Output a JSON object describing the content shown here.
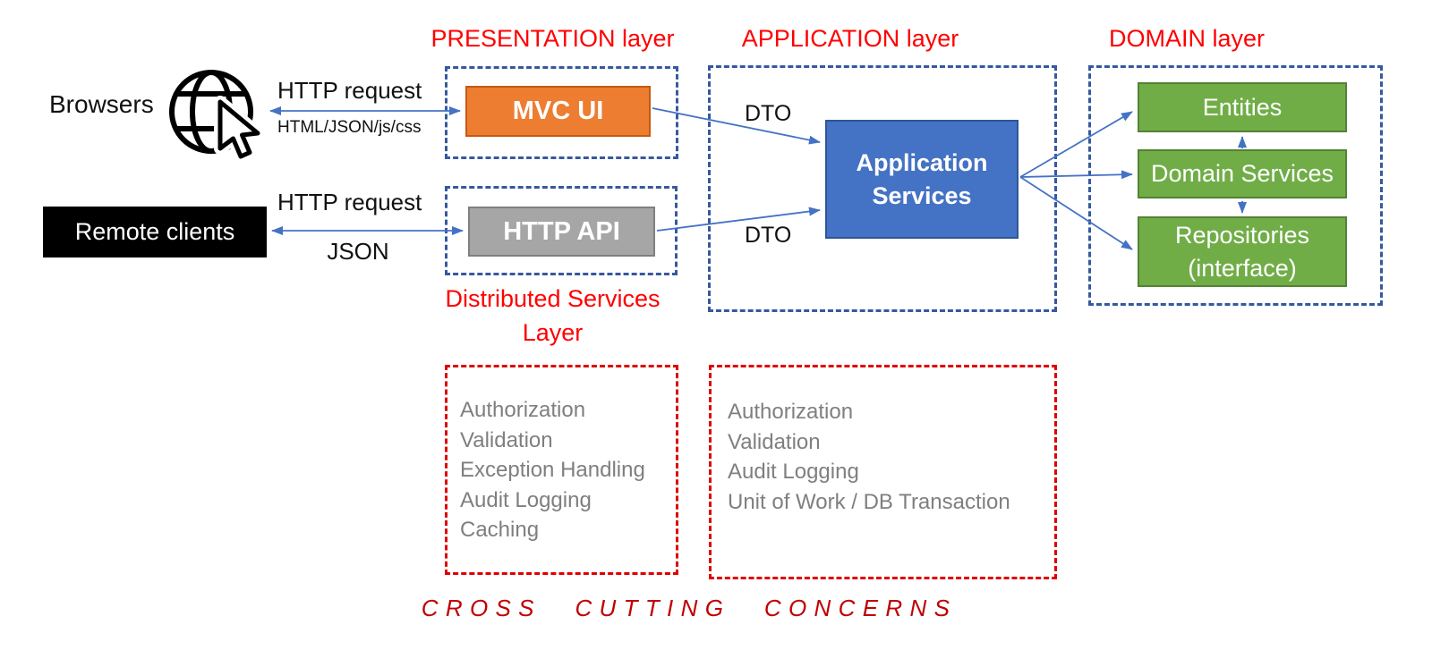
{
  "diagram": {
    "titles": {
      "presentation": "PRESENTATION layer",
      "application": "APPLICATION layer",
      "domain": "DOMAIN layer",
      "distributed_line1": "Distributed Services",
      "distributed_line2": "Layer",
      "cross_cutting": "CROSS CUTTING CONCERNS"
    },
    "clients": {
      "browsers_label": "Browsers",
      "remote_clients_label": "Remote clients"
    },
    "connections": {
      "http_request_top": "HTTP request",
      "http_payload_top": "HTML/JSON/js/css",
      "http_request_bottom": "HTTP request",
      "http_payload_bottom": "JSON",
      "dto_top": "DTO",
      "dto_bottom": "DTO"
    },
    "nodes": {
      "mvc_ui": "MVC UI",
      "http_api": "HTTP API",
      "app_services_line1": "Application",
      "app_services_line2": "Services",
      "entities": "Entities",
      "domain_services": "Domain Services",
      "repositories_line1": "Repositories",
      "repositories_line2": "(interface)"
    },
    "cross_cutting_boxes": {
      "left": {
        "items": [
          "Authorization",
          "Validation",
          "Exception Handling",
          "Audit Logging",
          "Caching"
        ]
      },
      "right": {
        "items": [
          "Authorization",
          "Validation",
          "Audit Logging",
          "Unit of Work / DB Transaction"
        ]
      }
    },
    "icons": {
      "globe": "globe-icon",
      "cursor": "cursor-icon"
    },
    "colors": {
      "title_red": "#FF0000",
      "dashed_red": "#DD0000",
      "crosscut_red": "#C00000",
      "dashed_blue": "#35599E",
      "arrow_blue": "#4472C4",
      "orange_fill": "#ED7D31",
      "orange_border": "#C55A11",
      "gray_fill": "#A6A6A6",
      "gray_border": "#7F7F7F",
      "blue_fill": "#4472C4",
      "blue_border": "#2F5597",
      "green_fill": "#70AD47",
      "green_border": "#548235",
      "concern_text": "#7F7F7F"
    }
  }
}
